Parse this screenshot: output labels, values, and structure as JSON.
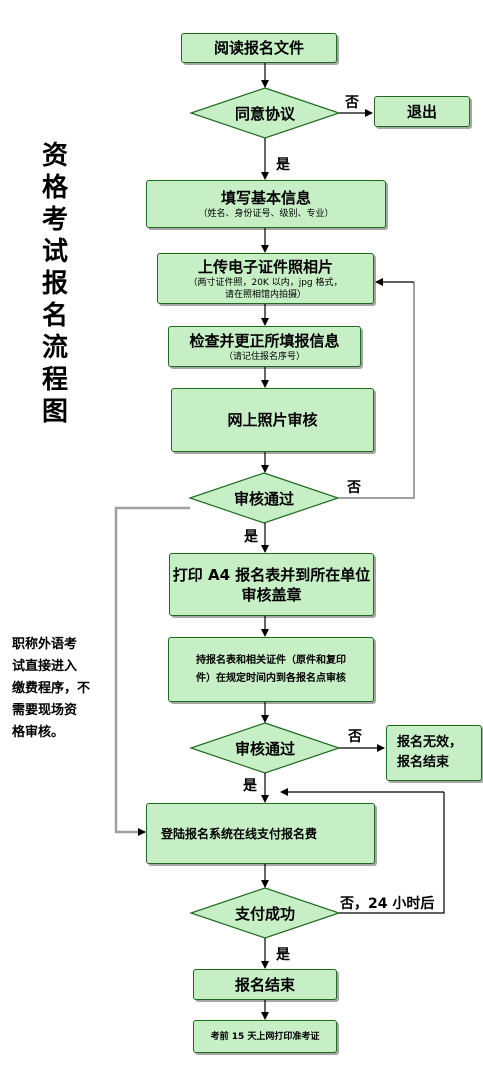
{
  "title_chars": [
    "资",
    "格",
    "考",
    "试",
    "报",
    "名",
    "流",
    "程",
    "图"
  ],
  "steps": {
    "read_docs": "阅读报名文件",
    "agree": "同意协议",
    "exit": "退出",
    "fill_info": "填写基本信息",
    "fill_info_sub": "（姓名、身份证号、级别、专业）",
    "upload_photo": "上传电子证件照相片",
    "upload_photo_sub1": "（两寸证件照，20K 以内，jpg 格式，",
    "upload_photo_sub2": "请在照相馆内拍摄）",
    "check_info": "检查并更正所填报信息",
    "check_info_sub": "（请记住报名序号）",
    "photo_review": "网上照片审核",
    "review_pass_1": "审核通过",
    "print_form": "打印 A4 报名表并到所在单位",
    "print_form_2": "审核盖章",
    "onsite_review_1": "持报名表和相关证件（原件和复印",
    "onsite_review_2": "件）在规定时间内到各报名点审核",
    "review_pass_2": "审核通过",
    "invalid_1": "报名无效，",
    "invalid_2": "报名结束",
    "login_pay": "登陆报名系统在线支付报名费",
    "pay_success": "支付成功",
    "finish": "报名结束",
    "print_admission": "考前 15 天上网打印准考证"
  },
  "labels": {
    "no_agree": "否",
    "yes_agree": "是",
    "no_review1": "否",
    "yes_review1": "是",
    "no_review2": "否",
    "yes_review2": "是",
    "no_pay": "否，24 小时后",
    "yes_pay": "是"
  },
  "note_lines": [
    "职称外语考",
    "试直接进入",
    "缴费程序，不",
    "需要现场资",
    "格审核。"
  ],
  "colors": {
    "box_fill": "#c6efc6",
    "box_border": "#1f6a1f",
    "feedback_line": "#a0a0a0"
  }
}
